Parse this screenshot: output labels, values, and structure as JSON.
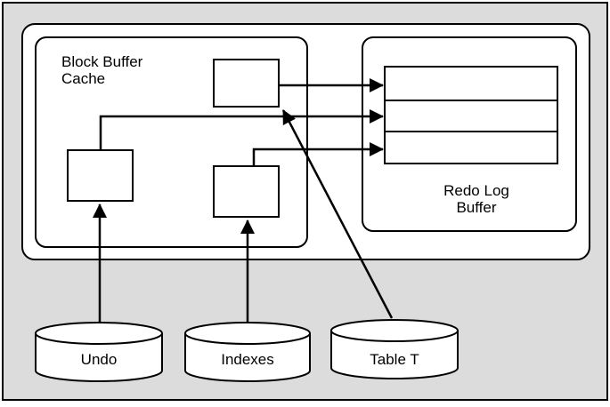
{
  "sga": {
    "block_buffer_cache": {
      "label_line1": "Block Buffer",
      "label_line2": "Cache"
    },
    "redo_log_buffer": {
      "label_line1": "Redo Log",
      "label_line2": "Buffer"
    }
  },
  "storage": {
    "undo": "Undo",
    "indexes": "Indexes",
    "table": "Table T"
  },
  "colors": {
    "background": "#dcdcdc",
    "panel": "#ffffff",
    "stroke": "#000000"
  }
}
